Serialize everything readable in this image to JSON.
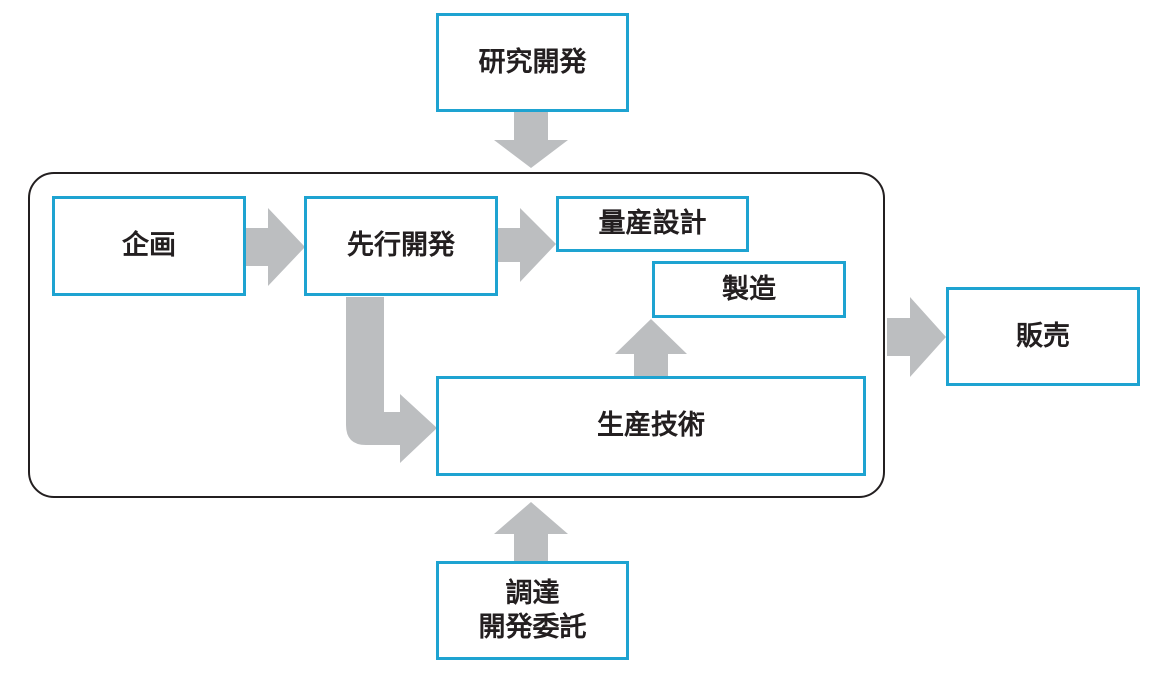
{
  "diagram": {
    "colors": {
      "box_border": "#1ea3d1",
      "arrow_fill": "#bcbec0",
      "frame_border": "#231f20",
      "text": "#231f20"
    },
    "nodes": {
      "research": "研究開発",
      "planning": "企画",
      "advance_dev": "先行開発",
      "mass_design": "量産設計",
      "manufacturing": "製造",
      "production_tech": "生産技術",
      "sales": "販売",
      "procurement": "調達\n開発委託"
    },
    "edges": [
      {
        "from": "research",
        "to": "container"
      },
      {
        "from": "planning",
        "to": "advance_dev"
      },
      {
        "from": "advance_dev",
        "to": "mass_design"
      },
      {
        "from": "advance_dev",
        "to": "production_tech"
      },
      {
        "from": "production_tech",
        "to": "manufacturing"
      },
      {
        "from": "container",
        "to": "sales"
      },
      {
        "from": "procurement",
        "to": "container"
      }
    ]
  }
}
